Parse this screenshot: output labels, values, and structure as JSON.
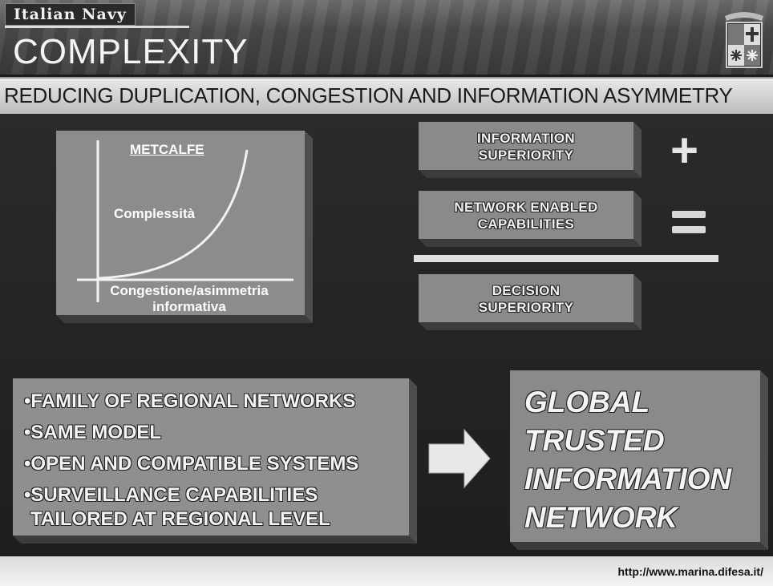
{
  "header": {
    "brand": "Italian Navy",
    "title": "COMPLEXITY"
  },
  "subtitle": "REDUCING DUPLICATION, CONGESTION AND INFORMATION ASYMMETRY",
  "metcalfe": {
    "title": "METCALFE",
    "y_label": "Complessità",
    "x_label_line1": "Congestione/asimmetria",
    "x_label_line2": "informativa"
  },
  "equation": {
    "box1_line1": "INFORMATION",
    "box1_line2": "SUPERIORITY",
    "plus": "+",
    "box2_line1": "NETWORK ENABLED",
    "box2_line2": "CAPABILITIES",
    "box3_line1": "DECISION",
    "box3_line2": "SUPERIORITY"
  },
  "list": {
    "items": [
      "•FAMILY OF REGIONAL NETWORKS",
      "•SAME MODEL",
      "•OPEN AND COMPATIBLE SYSTEMS",
      "•SURVEILLANCE CAPABILITIES",
      "TAILORED AT REGIONAL LEVEL"
    ]
  },
  "result": {
    "lines": [
      "GLOBAL",
      "TRUSTED",
      "INFORMATION",
      "NETWORK"
    ]
  },
  "footer": {
    "url": "http://www.marina.difesa.it/"
  },
  "colors": {
    "box_fill": "#8a8a8a",
    "background": "#1c1c1c",
    "text": "#f5f5f5"
  }
}
